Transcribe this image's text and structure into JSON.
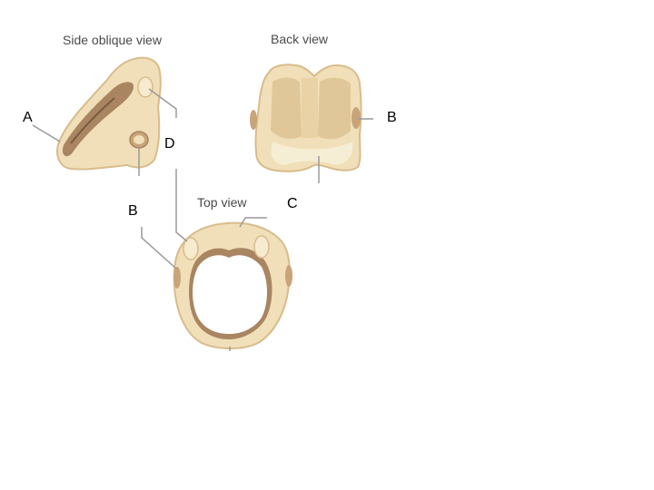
{
  "views": {
    "side_oblique": "Side oblique view",
    "back": "Back view",
    "top": "Top view"
  },
  "labels": {
    "a": "A",
    "b_back": "B",
    "b_top": "B",
    "c": "C",
    "d": "D"
  },
  "colors": {
    "bone": "#f0dfb8",
    "bone_shadow": "#d8bc8c",
    "bone_dark": "#a98562",
    "leader_line": "#9a9a9a"
  }
}
